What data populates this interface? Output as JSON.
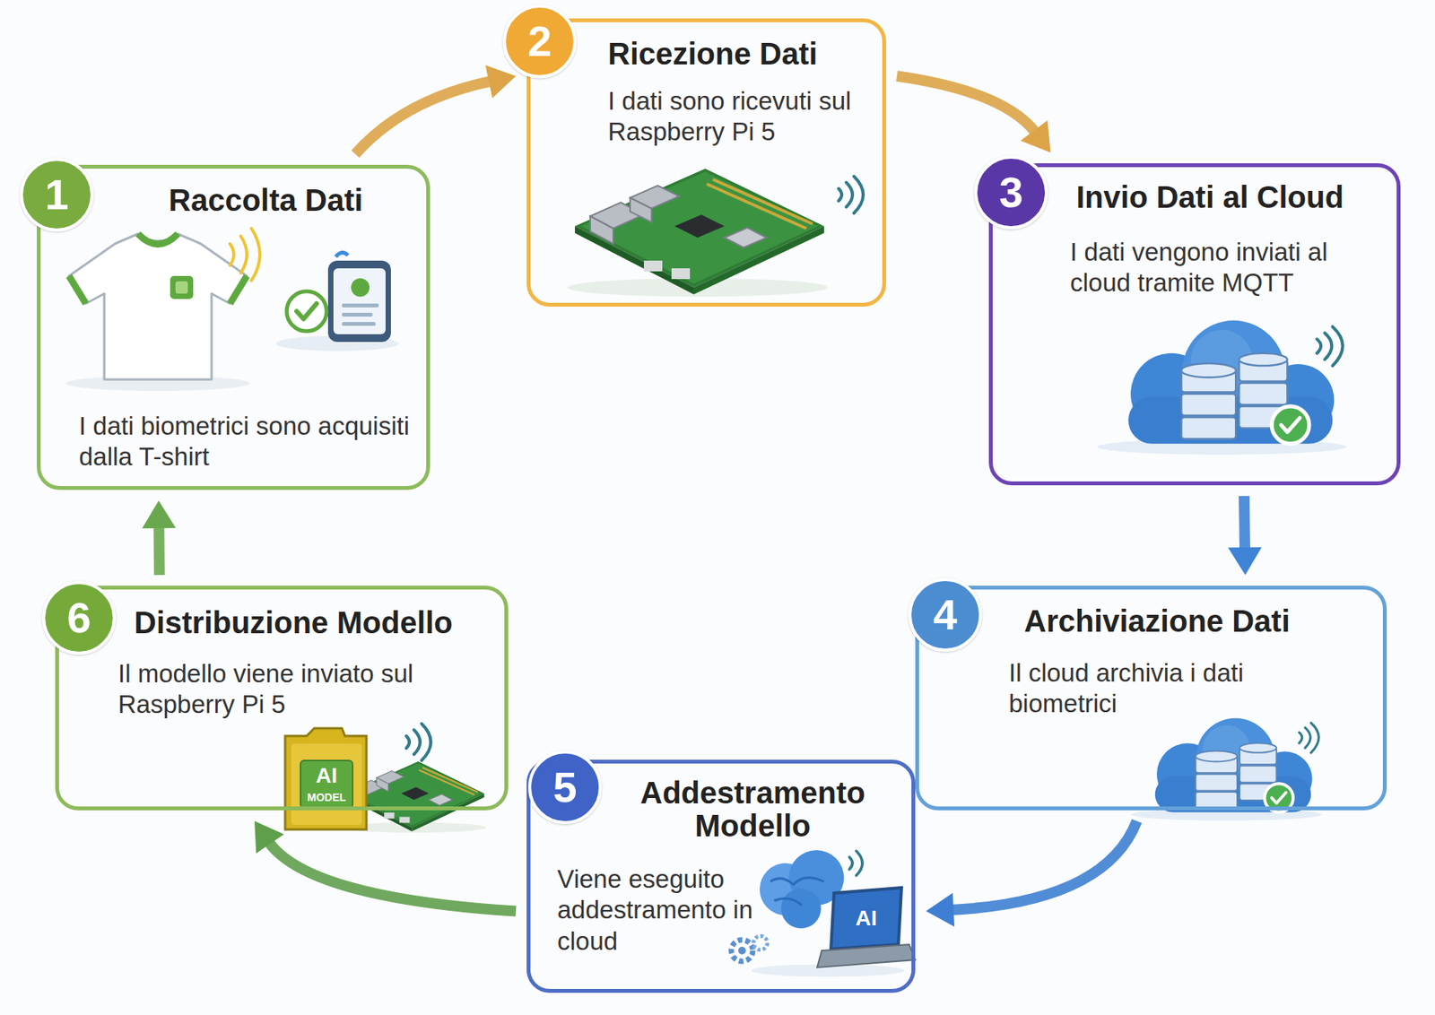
{
  "diagram": {
    "nodes": [
      {
        "text": [
          "1",
          "Raccolta Dati",
          "I dati biometrici sono acquisiti dalla T-shirt"
        ]
      },
      {
        "text": [
          "2",
          "Ricezione Dati",
          "I dati sono ricevuti sul Raspberry Pi 5"
        ]
      },
      {
        "text": [
          "3",
          "Invio Dati al Cloud",
          "I dati vengono inviati al cloud tramite MQTT"
        ]
      },
      {
        "text": [
          "4",
          "Archiviazione Dati",
          "Il cloud archivia i dati biometrici"
        ]
      },
      {
        "text": [
          "5",
          "Addestramento Modello",
          "Viene eseguito addestramento in cloud"
        ]
      },
      {
        "text": [
          "6",
          "Distribuzione Modello",
          "Il modello viene inviato sul Raspberry Pi 5"
        ]
      }
    ],
    "edges": [
      {
        "from": 0,
        "to": 1,
        "arrow": "to"
      },
      {
        "from": 1,
        "to": 2,
        "arrow": "to"
      },
      {
        "from": 2,
        "to": 3,
        "arrow": "to"
      },
      {
        "from": 3,
        "to": 4,
        "arrow": "to"
      },
      {
        "from": 4,
        "to": 5,
        "arrow": "to"
      },
      {
        "from": 5,
        "to": 0,
        "arrow": "to"
      }
    ],
    "labels": [
      "AI",
      "MODEL",
      "AI"
    ]
  }
}
